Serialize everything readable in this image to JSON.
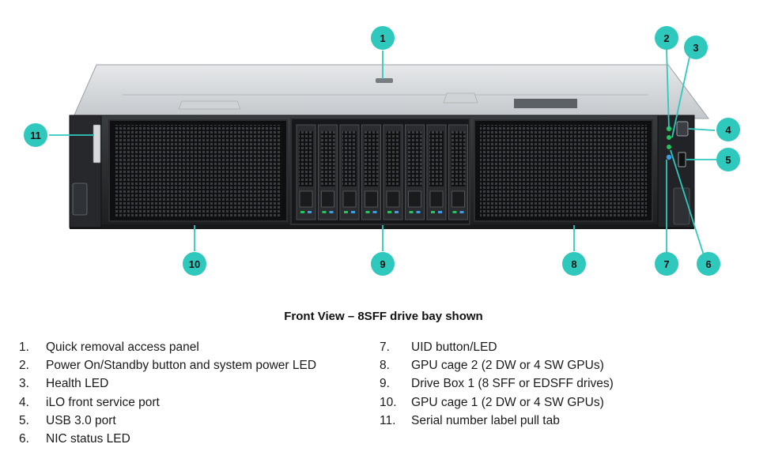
{
  "caption": "Front View – 8SFF drive bay shown",
  "callouts": [
    {
      "num": "1",
      "text": "Quick removal access panel"
    },
    {
      "num": "2",
      "text": "Power On/Standby button and system power LED"
    },
    {
      "num": "3",
      "text": "Health LED"
    },
    {
      "num": "4",
      "text": "iLO front service port"
    },
    {
      "num": "5",
      "text": "USB 3.0 port"
    },
    {
      "num": "6",
      "text": "NIC status LED"
    },
    {
      "num": "7",
      "text": "UID button/LED"
    },
    {
      "num": "8",
      "text": "GPU cage 2 (2 DW or 4 SW GPUs)"
    },
    {
      "num": "9",
      "text": "Drive Box 1 (8 SFF or EDSFF drives)"
    },
    {
      "num": "10",
      "text": "GPU cage 1 (2 DW or 4 SW GPUs)"
    },
    {
      "num": "11",
      "text": "Serial number label pull tab"
    }
  ],
  "legend_left": [
    {
      "num": "1.",
      "text": "Quick removal access panel"
    },
    {
      "num": "2.",
      "text": "Power On/Standby button and system power LED"
    },
    {
      "num": "3.",
      "text": "Health LED"
    },
    {
      "num": "4.",
      "text": "iLO front service port"
    },
    {
      "num": "5.",
      "text": "USB 3.0 port"
    },
    {
      "num": "6.",
      "text": "NIC status LED"
    }
  ],
  "legend_right": [
    {
      "num": "7.",
      "text": "UID button/LED"
    },
    {
      "num": "8.",
      "text": "GPU cage 2 (2 DW or 4 SW GPUs)"
    },
    {
      "num": "9.",
      "text": "Drive Box 1 (8 SFF or EDSFF drives)"
    },
    {
      "num": "10.",
      "text": "GPU cage 1 (2 DW or 4 SW GPUs)"
    },
    {
      "num": "11.",
      "text": "Serial number label pull tab"
    }
  ],
  "colors": {
    "callout_fill": "#2fc8bd",
    "leader": "#2fc8bd",
    "led_green": "#22c55e",
    "led_blue": "#3b9ee8"
  }
}
